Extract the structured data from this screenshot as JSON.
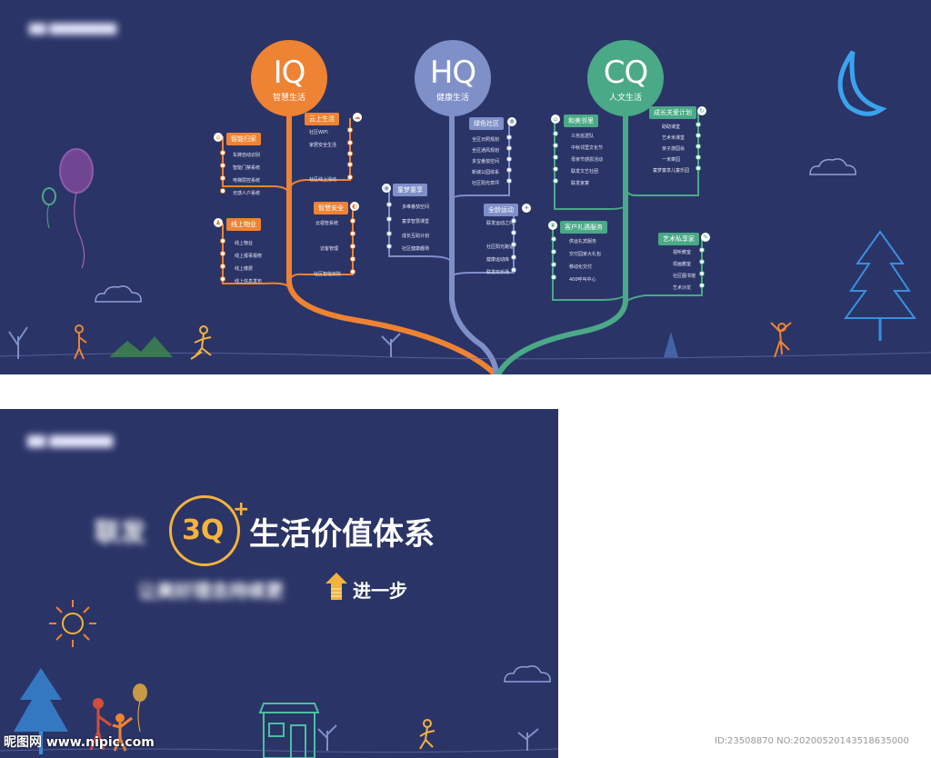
{
  "top_panel": {
    "brand_blurred": "▇▇ ▇▇▇▇▇▇▇▇",
    "iq": {
      "title": "IQ",
      "subtitle": "智慧生活",
      "color": "#ee8333",
      "sections": [
        {
          "label": "云上生活",
          "items": [
            "社区WIFI",
            "家居安全生活",
            "",
            "",
            "社区线上活动"
          ]
        },
        {
          "label": "智能归家",
          "items": [
            "车牌自动识别",
            "智能门禁系统",
            "电梯层控系统",
            "无感人户系统"
          ]
        },
        {
          "label": "智慧安全",
          "items": [
            "云视管系统",
            "",
            "",
            "访客管理",
            "",
            "社区智能安防"
          ]
        },
        {
          "label": "线上物业",
          "items": [
            "线上物业",
            "线上报事报修",
            "线上缴费",
            "线上信息发布"
          ]
        }
      ]
    },
    "hq": {
      "title": "HQ",
      "subtitle": "健康生活",
      "color": "#7f8fc8",
      "sections": [
        {
          "label": "绿色社区",
          "items": [
            "全区日照规划",
            "全区通风规划",
            "多宝番茄空间",
            "新城公园体系",
            "社区阳光草坪"
          ]
        },
        {
          "label": "童梦童享",
          "items": [
            "多维番茄空间",
            "童享智慧课堂",
            "成长互助计划",
            "社区健康趣场"
          ]
        },
        {
          "label": "全龄运动",
          "items": [
            "联发运动之环",
            "",
            "社区阳光跑道",
            "健康运动库",
            "联发欢乐场"
          ]
        }
      ]
    },
    "cq": {
      "title": "CQ",
      "subtitle": "人文生活",
      "color": "#4aa986",
      "sections": [
        {
          "label": "和美邻里",
          "items": [
            "义务巡逻队",
            "中秋邻里文化节",
            "母亲节感恩活动",
            "联发文艺社团",
            "联发家宴"
          ]
        },
        {
          "label": "成长关爱计划",
          "items": [
            "助助课堂",
            "艺术米课堂",
            "亲子游园会",
            "一米菜园",
            "童梦童享儿童乐园"
          ]
        },
        {
          "label": "客户礼遇服务",
          "items": [
            "供运礼宾服务",
            "交付园家大礼包",
            "移动化交付",
            "400呼叫中心"
          ]
        },
        {
          "label": "艺术私享家",
          "items": [
            "视听教室",
            "现画教室",
            "社区图书馆",
            "艺术沙龙"
          ]
        }
      ]
    }
  },
  "bottom_panel": {
    "brand_blurred": "▇▇ ▇▇▇▇▇▇▇",
    "title_blurred": "联发",
    "title_badge": "3Q",
    "title_plus": "+",
    "title_main": "生活价值体系",
    "subtitle_blurred": "让美好理念持续更",
    "subtitle_tail": "进一步"
  },
  "watermarks": {
    "left": "昵图网 www.nipic.com",
    "right": "ID:23508870 NO:20200520143518635000"
  }
}
